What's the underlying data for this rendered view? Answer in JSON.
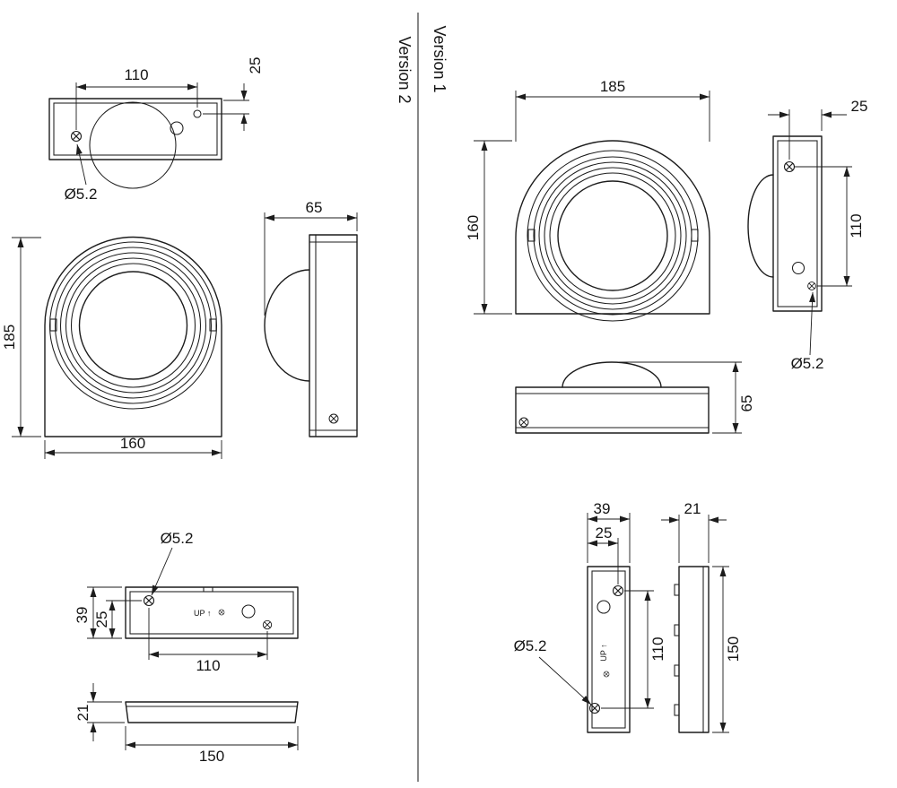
{
  "drawing": {
    "background": "#ffffff",
    "ink": "#1c1c1c",
    "version_left": "Version 2",
    "version_right": "Version 1"
  },
  "v2": {
    "top_view": {
      "hole_spacing": "110",
      "hole_offset": "25",
      "hole_dia": "Ø5.2"
    },
    "front_view": {
      "height": "185",
      "width": "160"
    },
    "side_view": {
      "depth": "65"
    },
    "bracket_view": {
      "depth": "39",
      "hole_offset": "25",
      "hole_spacing": "110",
      "hole_dia": "Ø5.2",
      "up_mark": "UP ↑"
    },
    "profile_view": {
      "thickness": "21",
      "length": "150"
    }
  },
  "v1": {
    "front_view": {
      "width": "185",
      "height": "160"
    },
    "side_view": {
      "hole_offset": "25",
      "hole_spacing": "110",
      "hole_dia": "Ø5.2"
    },
    "bottom_view": {
      "depth": "65"
    },
    "bracket_view": {
      "width": "39",
      "hole_offset": "25",
      "hole_spacing": "110",
      "hole_dia": "Ø5.2",
      "up_mark": "UP ↑"
    },
    "profile_view": {
      "thickness": "21",
      "length": "150"
    }
  }
}
